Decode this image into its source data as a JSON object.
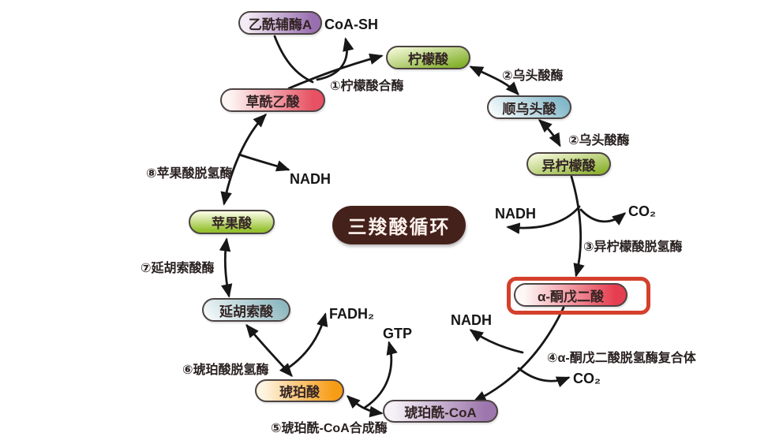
{
  "title": "三羧酸循环",
  "metabolites": [
    {
      "name": "acetyl-coa",
      "label": "乙酰辅酶A",
      "color_from": "#f3ecf5",
      "color_to": "#996fb0",
      "gradient_dir": "90deg"
    },
    {
      "name": "citrate",
      "label": "柠檬酸",
      "color_from": "#f0f6d2",
      "color_to": "#82b02a",
      "gradient_dir": "165deg"
    },
    {
      "name": "cis-aconitate",
      "label": "顺乌头酸",
      "color_from": "#f6fbfb",
      "color_to": "#82b8ca",
      "gradient_dir": "45deg"
    },
    {
      "name": "isocitrate",
      "label": "异柠檬酸",
      "color_from": "#f3f7d8",
      "color_to": "#8db231",
      "gradient_dir": "165deg"
    },
    {
      "name": "alpha-ketoglutarate",
      "label": "α-酮戊二酸",
      "color_from": "#fdf7f6",
      "color_to": "#e63e51",
      "gradient_dir": "90deg",
      "highlighted": true
    },
    {
      "name": "succinyl-coa",
      "label": "琥珀酰-CoA",
      "color_from": "#f6f1f7",
      "color_to": "#9c76ac",
      "gradient_dir": "90deg"
    },
    {
      "name": "succinate",
      "label": "琥珀酸",
      "color_from": "#fdf4e1",
      "color_to": "#f79c15",
      "gradient_dir": "90deg"
    },
    {
      "name": "fumarate",
      "label": "延胡索酸",
      "color_from": "#f3f8f8",
      "color_to": "#8db8bf",
      "gradient_dir": "45deg"
    },
    {
      "name": "malate",
      "label": "苹果酸",
      "color_from": "#f5f9db",
      "color_to": "#95c130",
      "gradient_dir": "180deg"
    },
    {
      "name": "oxaloacetate",
      "label": "草酰乙酸",
      "color_from": "#fdf5f3",
      "color_to": "#e75163",
      "gradient_dir": "90deg"
    }
  ],
  "enzymes": [
    {
      "label": "①柠檬酸合酶"
    },
    {
      "label": "②乌头酸酶"
    },
    {
      "label": "②乌头酸酶"
    },
    {
      "label": "③异柠檬酸脱氢酶"
    },
    {
      "label": "④α-酮戊二酸脱氢酶复合体"
    },
    {
      "label": "⑤琥珀酰-CoA合成酶"
    },
    {
      "label": "⑥琥珀酸脱氢酶"
    },
    {
      "label": "⑦延胡索酸酶"
    },
    {
      "label": "⑧苹果酸脱氢酶"
    }
  ],
  "cofactors": [
    {
      "label": "CoA-SH"
    },
    {
      "label": "NADH"
    },
    {
      "label": "CO₂"
    },
    {
      "label": "NADH"
    },
    {
      "label": "CO₂"
    },
    {
      "label": "GTP"
    },
    {
      "label": "FADH₂"
    },
    {
      "label": "NADH"
    }
  ],
  "colors": {
    "background": "#ffffff",
    "arrow": "#171717",
    "pill_border": "#4c4343",
    "highlight_border": "#d4402c",
    "center_background": "#45211b",
    "center_text": "#fdf2ee"
  }
}
